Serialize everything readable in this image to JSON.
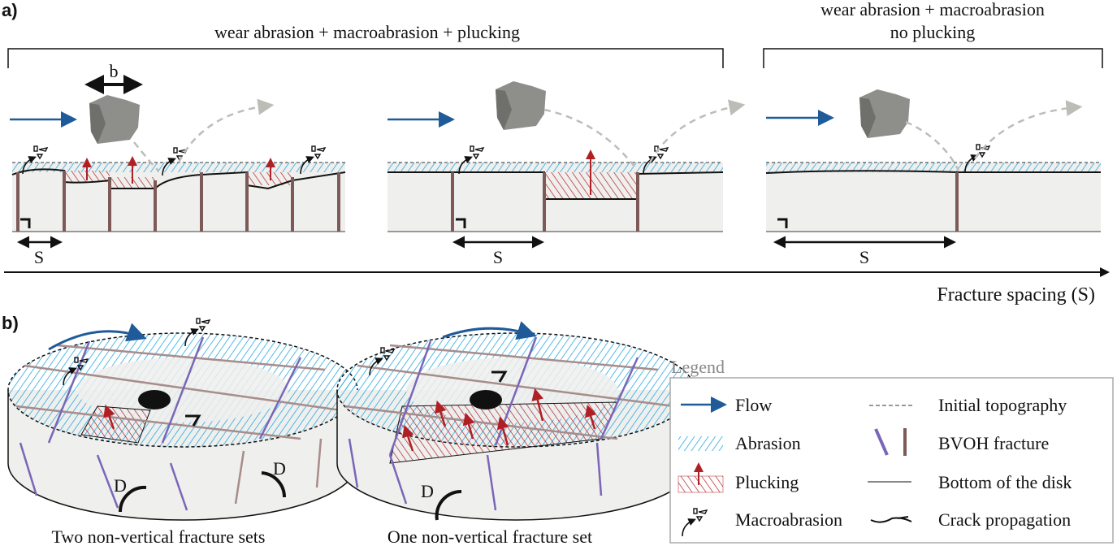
{
  "panel_labels": {
    "a": "a)",
    "b": "b)"
  },
  "panel_a": {
    "bracket1_title": "wear abrasion + macroabrasion + plucking",
    "bracket2_title_line1": "wear abrasion + macroabrasion",
    "bracket2_title_line2": "no plucking",
    "block_size_label": "b",
    "spacing_labels": [
      "S",
      "S",
      "S"
    ],
    "axis_label": "Fracture spacing (S)"
  },
  "panel_b": {
    "disk1_caption": "Two non-vertical fracture sets",
    "disk2_caption": "One non-vertical fracture set",
    "dip_labels": [
      "D",
      "D",
      "D"
    ]
  },
  "legend": {
    "title": "Legend",
    "items": [
      {
        "label": "Flow",
        "icon": "flow-arrow-icon"
      },
      {
        "label": "Initial topography",
        "icon": "dashed-line-icon"
      },
      {
        "label": "Abrasion",
        "icon": "blue-hatch-icon"
      },
      {
        "label": "BVOH fracture",
        "icon": "fracture-lines-icon"
      },
      {
        "label": "Plucking",
        "icon": "red-hatch-arrow-icon"
      },
      {
        "label": "Bottom of the disk",
        "icon": "gray-line-icon"
      },
      {
        "label": "Macroabrasion",
        "icon": "macroabrasion-icon"
      },
      {
        "label": "Crack propagation",
        "icon": "crack-icon"
      }
    ]
  },
  "colors": {
    "flow": "#1f5b99",
    "abrasion": "#29a9e0",
    "plucking": "#b01f24",
    "fracture_vertical": "#7d5a58",
    "fracture_inclined": "#7a66b8",
    "rock": "#8e8e8a",
    "body": "#efefed"
  }
}
